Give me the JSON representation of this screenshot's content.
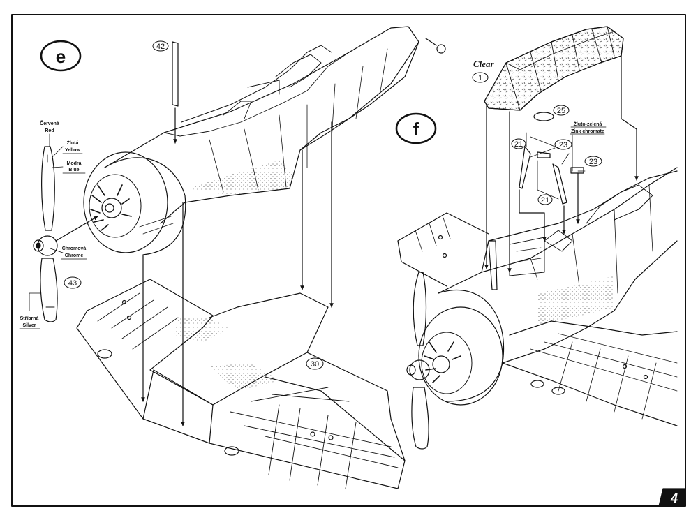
{
  "sheet": {
    "page_number": "4"
  },
  "steps": [
    {
      "id": "e",
      "label": "e"
    },
    {
      "id": "f",
      "label": "f"
    }
  ],
  "part_numbers": {
    "p42": "42",
    "p43": "43",
    "p30": "30",
    "p1": "1",
    "p25": "25",
    "p23a": "23",
    "p23b": "23",
    "p21a": "21",
    "p21b": "21"
  },
  "color_callouts": {
    "red_cz": "Červená",
    "red_en": "Red",
    "yellow_cz": "Žlutá",
    "yellow_en": "Yellow",
    "blue_cz": "Modrá",
    "blue_en": "Blue",
    "chrome_cz": "Chromová",
    "chrome_en": "Chrome",
    "silver_cz": "Stříbrná",
    "silver_en": "Silver",
    "zinc_cz": "Žluto-zelená",
    "zinc_en": "Zink chromate"
  },
  "material_notes": {
    "clear": "Clear"
  }
}
